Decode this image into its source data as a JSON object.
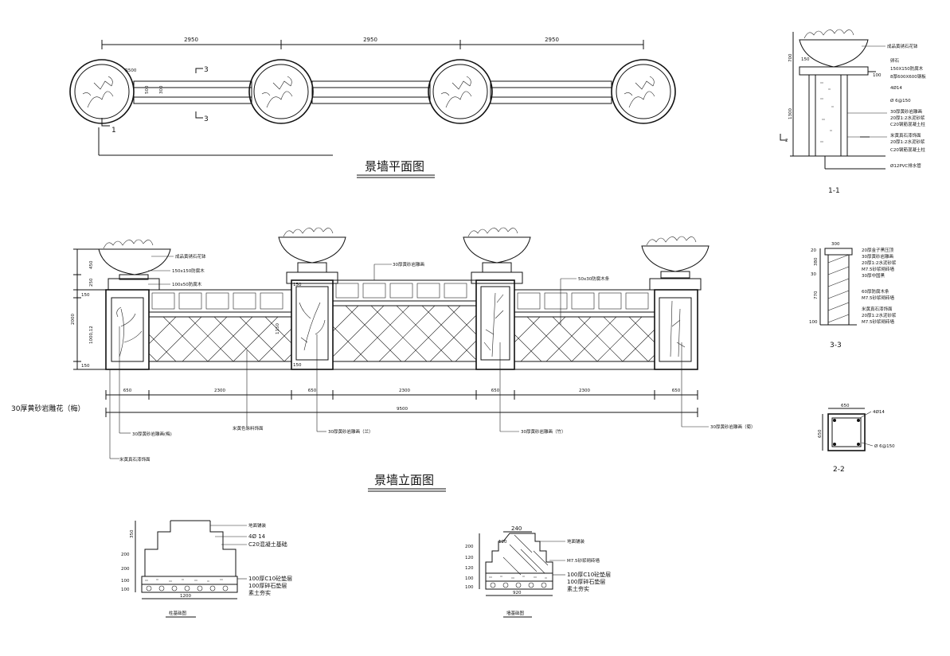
{
  "plan": {
    "title": "景墙平面图",
    "dims": [
      "2950",
      "2950",
      "2950"
    ],
    "radius": "R500",
    "width_a": "500",
    "width_b": "300",
    "sec3_top": "3",
    "sec3_bot": "3",
    "sec1": "1"
  },
  "elevation": {
    "title": "景墙立面图",
    "left_dims": [
      "450",
      "250",
      "150",
      "2000",
      "1000,12",
      "150"
    ],
    "bottom_dims": [
      "650",
      "2300",
      "650",
      "2300",
      "650",
      "2300",
      "650"
    ],
    "total": "9500",
    "dim_150a": "150",
    "dim_150b": "150",
    "dim_1150": "1150",
    "labels": {
      "planter_top": "成品黄锈石花钵",
      "post1": "150x150防腐木",
      "post2": "100x50防腐木",
      "mid_top": "30厚黄砂岩雕画",
      "timber": "50x30防腐木条",
      "side_note": "30厚黄砂岩雕花（梅）",
      "plum": "30厚黄砂岩雕画(梅)",
      "paint": "米黄色涂料饰面",
      "orchid": "30厚黄砂岩雕画（兰）",
      "bamboo": "30厚黄砂岩雕画（竹）",
      "chrys": "30厚黄砂岩雕画（菊）",
      "stone": "米黄真石漆饰面"
    }
  },
  "section11": {
    "title": "1-1",
    "dims": [
      "700",
      "150",
      "1300"
    ],
    "dim_100": "100",
    "labels": [
      "成品黄锈石花钵",
      "卵石",
      "150X150防腐木",
      "8厚600X600钢板",
      "4Ø14",
      "Ø 6@150",
      "30厚黄砂岩雕画",
      "20厚1:2水泥砂浆",
      "C20钢筋混凝土柱",
      "米黄真石漆饰面",
      "20厚1:2水泥砂浆",
      "C20钢筋混凝土柱",
      "Ø12PVC排水管"
    ],
    "mark": "2"
  },
  "section33": {
    "title": "3-3",
    "top": "300",
    "left_dims": [
      "20",
      "380",
      "30",
      "770",
      "100"
    ],
    "labels": [
      "20厚金子黑压顶",
      "30厚黄砂岩雕画",
      "20厚1:2水泥砂浆",
      "M7.5砂浆砌砖墙",
      "30厚中国黑",
      "60厚防腐木条",
      "M7.5砂浆砌砖墙",
      "米黄真石漆饰面",
      "20厚1:2水泥砂浆",
      "M7.5砂浆砌砖墙"
    ]
  },
  "section22": {
    "title": "2-2",
    "dim_w": "650",
    "dim_h": "650",
    "rebar": "4Ø14",
    "stirrup": "Ø 6@150"
  },
  "footing1": {
    "title": "柱基础图",
    "left_dims": [
      "350",
      "200",
      "200",
      "100",
      "100"
    ],
    "bottom": "1200",
    "labels": [
      "地面铺装",
      "4Ø 14",
      "C20混凝土基础",
      "100厚C10砼垫层",
      "100厚碎石垫层",
      "素土夯实"
    ]
  },
  "footing2": {
    "title": "墙基础图",
    "top": "240",
    "sub": "120",
    "left_dims": [
      "200",
      "120",
      "120",
      "100",
      "100"
    ],
    "bottom": "920",
    "labels": [
      "地面铺装",
      "M7.5砂浆砌砖墙",
      "100厚C10砼垫层",
      "100厚碎石垫层",
      "素土夯实"
    ]
  }
}
